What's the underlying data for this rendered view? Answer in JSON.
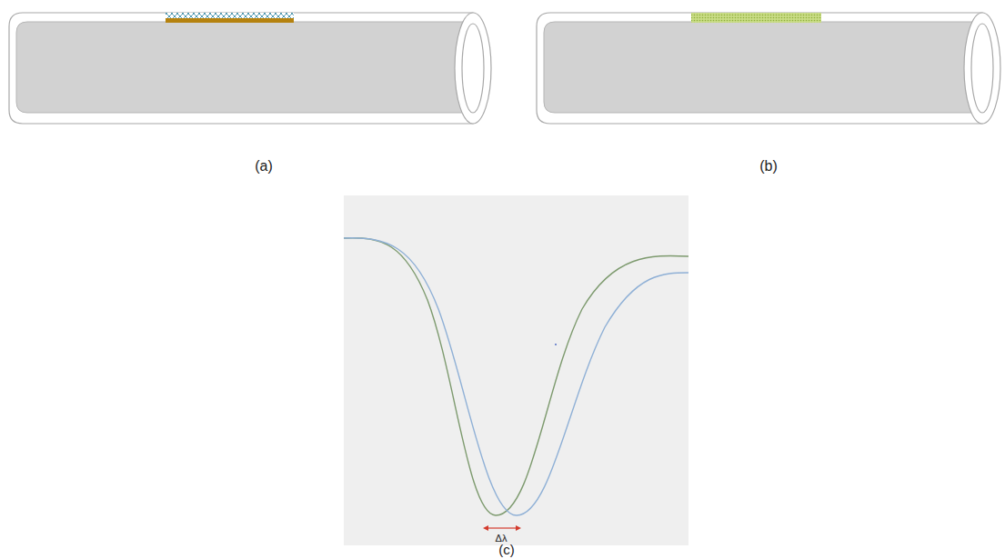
{
  "diagram": {
    "labels": [
      "(a)",
      "(b)",
      "(c)",
      "Δλ"
    ]
  }
}
